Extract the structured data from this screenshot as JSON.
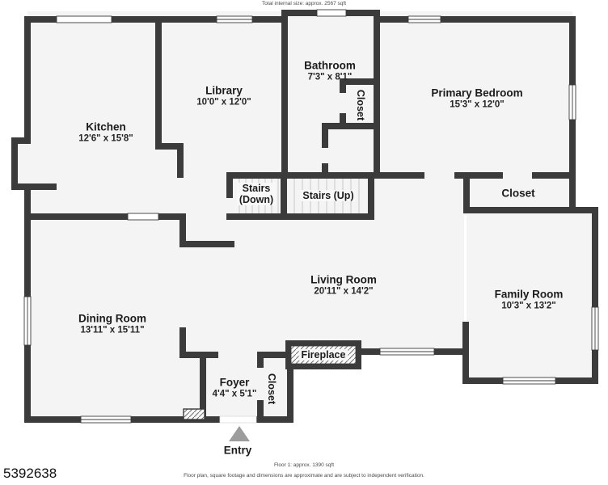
{
  "header": {
    "caption": "Total internal size: approx. 2567 sqft"
  },
  "footer": {
    "property_id": "5392638",
    "floor_caption": "Floor 1: approx. 1390 sqft",
    "disclaimer": "Floor plan, square footage and dimensions are approximate and are subject to independent verification."
  },
  "rooms": {
    "kitchen": {
      "name": "Kitchen",
      "dims": "12'6\" x 15'8\""
    },
    "library": {
      "name": "Library",
      "dims": "10'0\" x 12'0\""
    },
    "bathroom": {
      "name": "Bathroom",
      "dims": "7'3\" x 8'1\""
    },
    "bathroom_closet": {
      "name": "Closet"
    },
    "primary_bedroom": {
      "name": "Primary Bedroom",
      "dims": "15'3\" x 12'0\""
    },
    "stairs_down": {
      "name": "Stairs",
      "dims": "(Down)"
    },
    "stairs_up": {
      "name": "Stairs (Up)"
    },
    "hall_closet": {
      "name": "Closet"
    },
    "living_room": {
      "name": "Living Room",
      "dims": "20'11\" x 14'2\""
    },
    "family_room": {
      "name": "Family Room",
      "dims": "10'3\" x 13'2\""
    },
    "dining_room": {
      "name": "Dining Room",
      "dims": "13'11\" x 15'11\""
    },
    "foyer": {
      "name": "Foyer",
      "dims": "4'4\" x 5'1\""
    },
    "foyer_closet": {
      "name": "Closet"
    },
    "fireplace": {
      "name": "Fireplace"
    },
    "entry": {
      "name": "Entry"
    }
  },
  "colors": {
    "wall": "#3b3b3b",
    "room_fill": "#f4f4f4",
    "stair_tread": "#c9c9c9",
    "entry_arrow": "#9c9c9c",
    "text": "#1c1c1c"
  }
}
